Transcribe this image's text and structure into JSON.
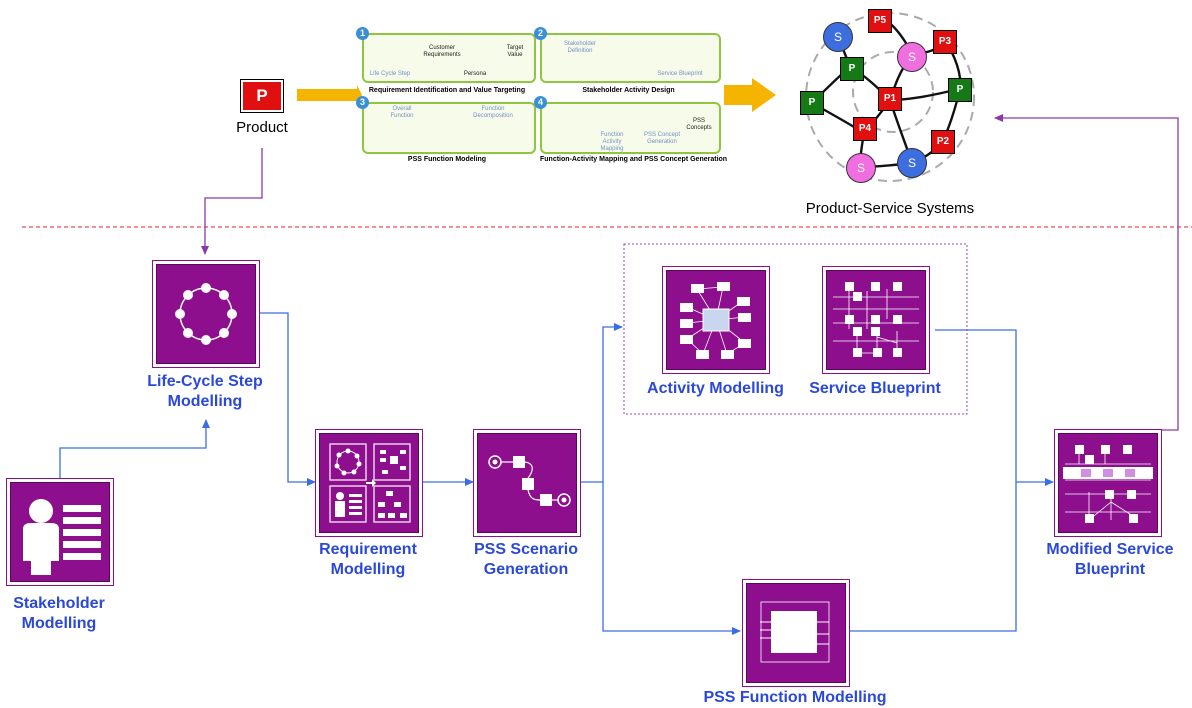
{
  "top": {
    "product_badge": "P",
    "product_label": "Product",
    "pss_label": "Product-Service Systems",
    "panels": [
      {
        "num": "1",
        "caption": "Requirement Identification and Value Targeting",
        "texts": [
          "Customer Requirements",
          "Target Value",
          "Life Cycle Step",
          "Persona"
        ]
      },
      {
        "num": "2",
        "caption": "Stakeholder Activity Design",
        "texts": [
          "Stakeholder Definition",
          "Service Blueprint"
        ]
      },
      {
        "num": "3",
        "caption": "PSS Function Modeling",
        "texts": [
          "Overall Function",
          "Function Decomposition"
        ]
      },
      {
        "num": "4",
        "caption": "Function-Activity Mapping and PSS Concept Generation",
        "texts": [
          "Function Activity Mapping",
          "PSS Concept Generation",
          "PSS Concepts"
        ]
      }
    ],
    "network": {
      "products": [
        "P5",
        "P3",
        "P1",
        "P4",
        "P2"
      ],
      "physical": [
        "P",
        "P",
        "P"
      ],
      "services": [
        "S",
        "S",
        "S",
        "S"
      ]
    }
  },
  "nodes": {
    "stakeholder": "Stakeholder Modelling",
    "lifecycle": "Life-Cycle Step Modelling",
    "requirement": "Requirement Modelling",
    "scenario": "PSS Scenario Generation",
    "activity": "Activity Modelling",
    "blueprint": "Service Blueprint",
    "function": "PSS Function Modelling",
    "modified": "Modified Service Blueprint"
  },
  "colors": {
    "icon_purple": "#8e0f8e",
    "label_blue": "#2b49d8",
    "flow_blue": "#3a6ee8",
    "flow_purple": "#8a3aa8",
    "arrow_orange": "#f5b400",
    "divider_red": "#e02020"
  }
}
